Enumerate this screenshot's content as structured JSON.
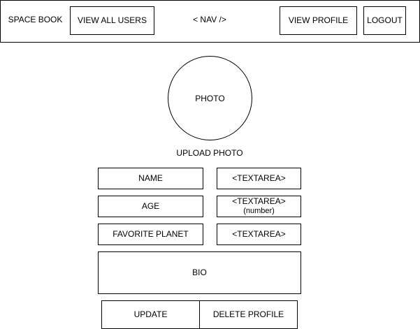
{
  "nav": {
    "brand": "SPACE BOOK",
    "view_all_users": "VIEW ALL USERS",
    "nav_label": "< NAV />",
    "view_profile": "VIEW PROFILE",
    "logout": "LOGOUT"
  },
  "photo": {
    "label": "PHOTO",
    "upload_label": "UPLOAD PHOTO"
  },
  "form": {
    "name_label": "NAME",
    "name_field": "<TEXTAREA>",
    "age_label": "AGE",
    "age_field_line1": "<TEXTAREA>",
    "age_field_line2": "(number)",
    "planet_label": "FAVORITE PLANET",
    "planet_field": "<TEXTAREA>",
    "bio_label": "BIO"
  },
  "actions": {
    "update": "UPDATE",
    "delete_profile": "DELETE PROFILE"
  }
}
